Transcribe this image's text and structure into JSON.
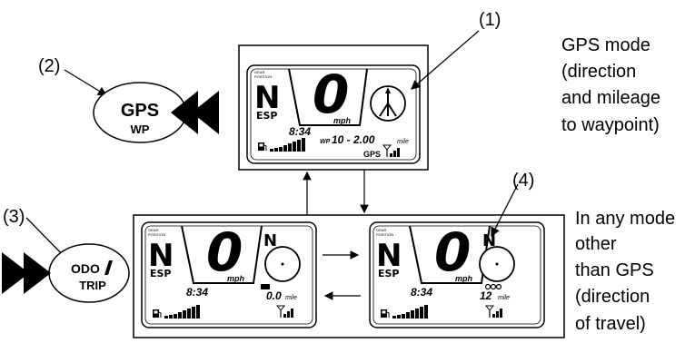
{
  "callouts": {
    "c1": "(1)",
    "c2": "(2)",
    "c3": "(3)",
    "c4": "(4)"
  },
  "gps_button": {
    "label": "GPS",
    "sub_label": "WP"
  },
  "odo_button": {
    "label": "ODO",
    "sub_label": "TRIP"
  },
  "gps_mode_text": [
    "GPS mode",
    "(direction",
    "and mileage",
    "to waypoint)"
  ],
  "other_mode_text": [
    "In any mode",
    "other",
    "than GPS",
    "(direction",
    "of travel)"
  ],
  "display_top": {
    "gear": "N",
    "esp": "ESP",
    "speed": "0",
    "unit": "mph",
    "clock": "8:34",
    "wp_prefix": "WP",
    "waypoint": "10 - 2.00",
    "distance_unit": "mile",
    "gps_badge": "GPS"
  },
  "display_left": {
    "gear": "N",
    "esp": "ESP",
    "speed": "0",
    "unit": "mph",
    "compass": "N",
    "clock": "8:34",
    "trip_value": "0.0",
    "distance_unit": "mile"
  },
  "display_right": {
    "gear": "N",
    "esp": "ESP",
    "speed": "0",
    "unit": "mph",
    "compass": "N",
    "clock": "8:34",
    "odo_value": "12",
    "distance_unit": "mile"
  }
}
